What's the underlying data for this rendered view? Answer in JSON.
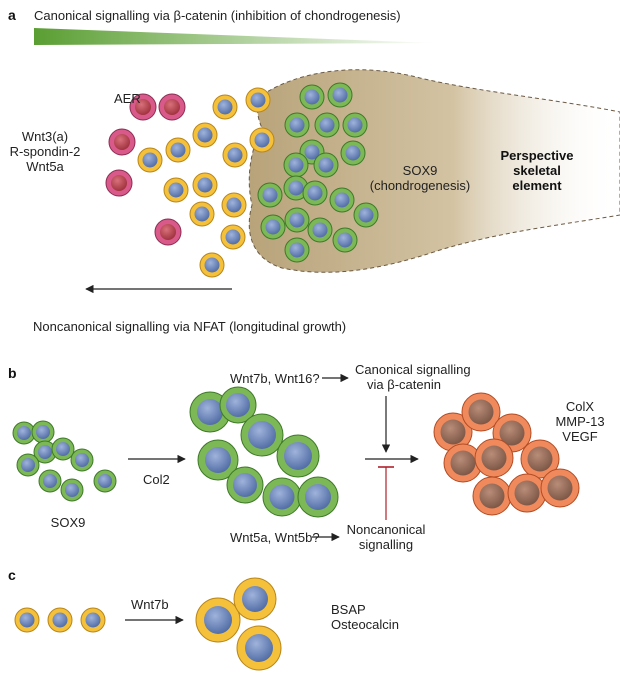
{
  "panel_a": {
    "letter": "a",
    "canonical_gradient_label": "Canonical signalling via β-catenin (inhibition of chondrogenesis)",
    "aer_label": "AER",
    "ligands": [
      "Wnt3(a)",
      "R-spondin-2",
      "Wnt5a"
    ],
    "sox9_label": [
      "SOX9",
      "(chondrogenesis)"
    ],
    "element_label": [
      "Perspective",
      "skeletal",
      "element"
    ],
    "noncanonical_label": "Noncanonical signalling via NFAT (longitudinal growth)"
  },
  "panel_b": {
    "letter": "b",
    "sox9_label": "SOX9",
    "col2_label": "Col2",
    "wnt_canonical": "Wnt7b, Wnt16?",
    "canonical_label": [
      "Canonical signalling",
      "via β-catenin"
    ],
    "wnt_noncanonical": "Wnt5a, Wnt5b?",
    "noncanonical_label": [
      "Noncanonical",
      "signalling"
    ],
    "markers": [
      "ColX",
      "MMP-13",
      "VEGF"
    ]
  },
  "panel_c": {
    "letter": "c",
    "wnt_label": "Wnt7b",
    "markers": [
      "BSAP",
      "Osteocalcin"
    ]
  },
  "colors": {
    "gradient_green": "#5a9e32",
    "green_cell": "#7cb855",
    "yellow_cell": "#f5c13a",
    "pink_cell": "#d9598a",
    "orange_cell": "#f08a5d",
    "nucleus_blue": "#6f86b8",
    "nucleus_red": "#b5414d",
    "nucleus_brown": "#8a6250",
    "element_tan": "#c8b48e",
    "inhibit_red": "#b0202a"
  }
}
